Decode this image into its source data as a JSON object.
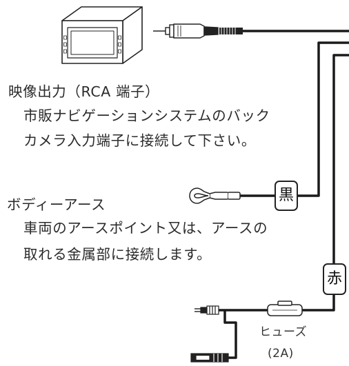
{
  "video_output": {
    "title": "映像出力（RCA 端子）",
    "line1": "市販ナビゲーションシステムのバック",
    "line2": "カメラ入力端子に接続して下さい。"
  },
  "body_ground": {
    "title": "ボディーアース",
    "line1": "車両のアースポイント又は、アースの",
    "line2": "取れる金属部に接続します。"
  },
  "wire_labels": {
    "black": "黒",
    "red": "赤"
  },
  "fuse": {
    "label": "ヒューズ",
    "rating": "(2A)"
  },
  "colors": {
    "wire": "#1a1a1a",
    "text": "#2b2b2b",
    "background": "#ffffff"
  }
}
